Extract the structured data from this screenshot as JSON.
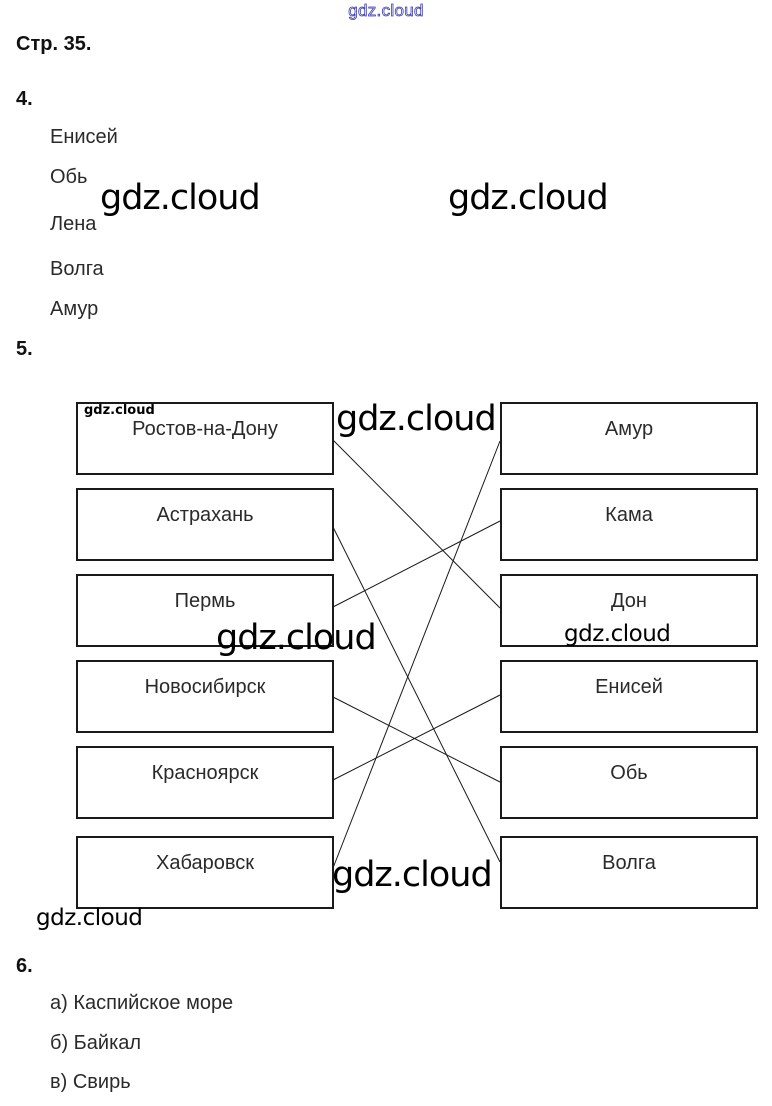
{
  "watermark": "gdz.cloud",
  "page_label": "Стр. 35.",
  "task4": {
    "number": "4.",
    "items": [
      "Енисей",
      "Обь",
      "Лена",
      "Волга",
      "Амур"
    ]
  },
  "task5": {
    "number": "5.",
    "cities": [
      "Ростов-на-Дону",
      "Астрахань",
      "Пермь",
      "Новосибирск",
      "Красноярск",
      "Хабаровск"
    ],
    "rivers": [
      "Амур",
      "Кама",
      "Дон",
      "Енисей",
      "Обь",
      "Волга"
    ],
    "matches": [
      {
        "city": "Ростов-на-Дону",
        "river": "Дон"
      },
      {
        "city": "Астрахань",
        "river": "Волга"
      },
      {
        "city": "Пермь",
        "river": "Кама"
      },
      {
        "city": "Новосибирск",
        "river": "Обь"
      },
      {
        "city": "Красноярск",
        "river": "Енисей"
      },
      {
        "city": "Хабаровск",
        "river": "Амур"
      }
    ]
  },
  "task6": {
    "number": "6.",
    "items": [
      "а) Каспийское море",
      "б) Байкал",
      "в) Свирь"
    ]
  },
  "colors": {
    "line": "#1a1a1a",
    "top_watermark": "#3b3bb0"
  }
}
